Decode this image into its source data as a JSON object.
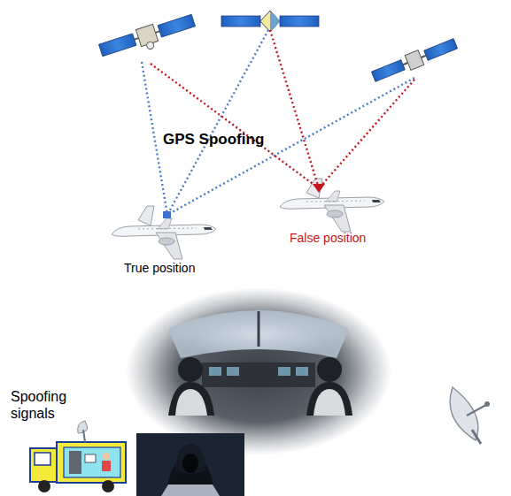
{
  "diagram": {
    "labels": [
      "GPS Spoofing",
      "True position",
      "False position",
      "Spoofing signals"
    ]
  }
}
